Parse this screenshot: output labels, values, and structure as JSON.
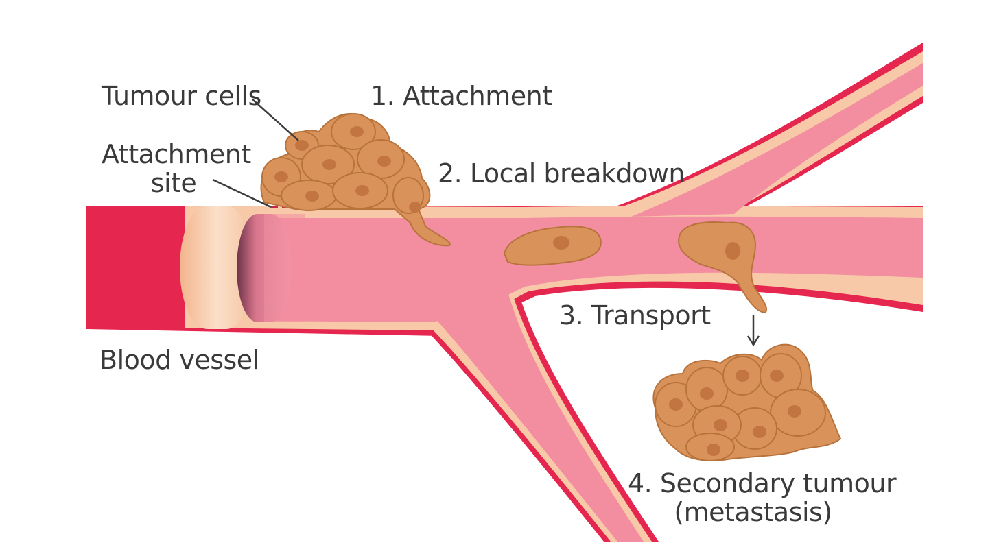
{
  "labels": {
    "tumour_cells": "Tumour cells",
    "attachment_site_line1": "Attachment",
    "attachment_site_line2": "site",
    "blood_vessel": "Blood vessel",
    "step1": "1. Attachment",
    "step2": "2. Local breakdown",
    "step3": "3. Transport",
    "step4_line1": "4. Secondary tumour",
    "step4_line2": "(metastasis)"
  },
  "colors": {
    "vessel_outer": "#e5264f",
    "vessel_wall": "#f8c9a8",
    "vessel_lumen": "#f28ea0",
    "cut_end": "#f6c7a4",
    "lumen_shadow": "#7a3d52",
    "cell_fill": "#d9935a",
    "cell_stroke": "#b8733c",
    "nucleus": "#c27540",
    "text": "#3a3a3a"
  }
}
